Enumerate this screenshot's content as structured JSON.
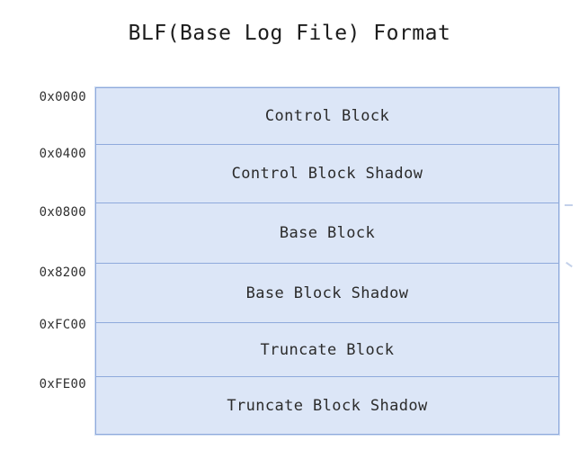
{
  "diagram": {
    "title": "BLF(Base Log File) Format",
    "colors": {
      "block_fill": "#dce6f7",
      "block_border": "#8faadc",
      "text": "#2b2b2b",
      "background": "#ffffff"
    },
    "blocks": [
      {
        "offset": "0x0000",
        "label": "Control Block"
      },
      {
        "offset": "0x0400",
        "label": "Control Block Shadow"
      },
      {
        "offset": "0x0800",
        "label": "Base Block"
      },
      {
        "offset": "0x8200",
        "label": "Base Block Shadow"
      },
      {
        "offset": "0xFC00",
        "label": "Truncate Block"
      },
      {
        "offset": "0xFE00",
        "label": "Truncate Block Shadow"
      }
    ]
  }
}
